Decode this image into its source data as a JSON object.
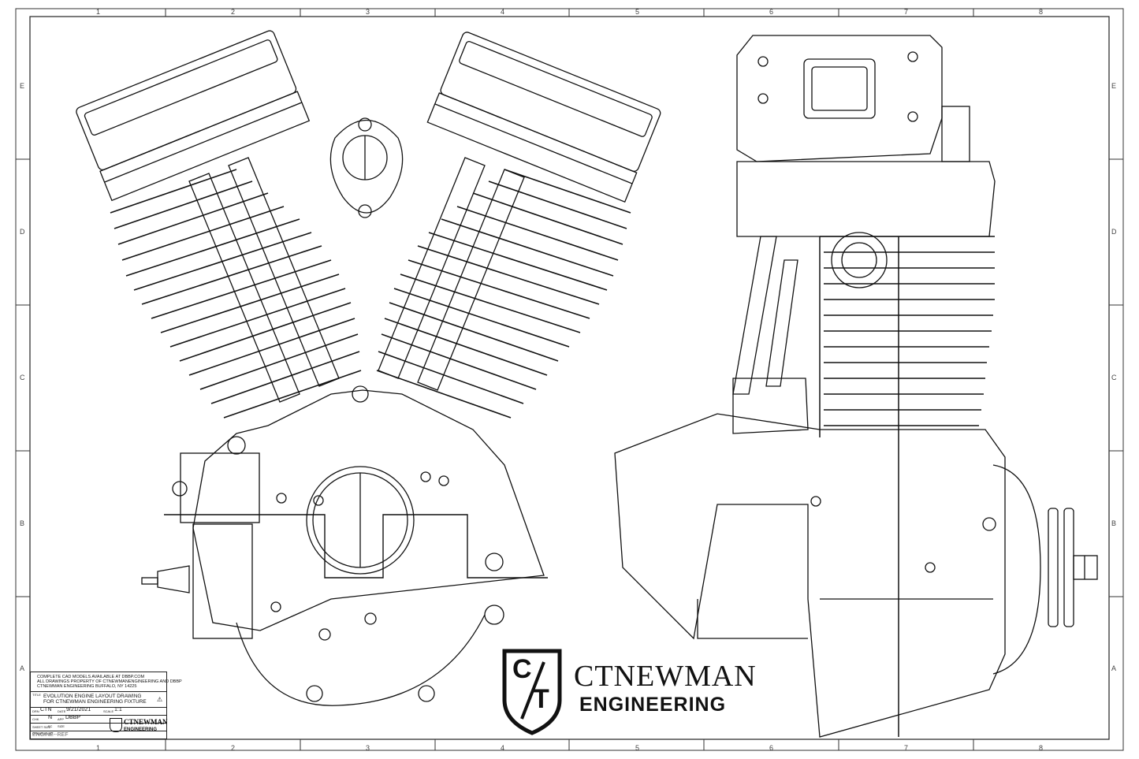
{
  "sheet": {
    "zones_x": [
      "1",
      "2",
      "3",
      "4",
      "5",
      "6",
      "7",
      "8"
    ],
    "zones_y": [
      "E",
      "D",
      "C",
      "B",
      "A"
    ]
  },
  "title_block": {
    "notice_lines": [
      "COMPLETE CAD MODELS AVAILABLE AT DBBP.COM",
      "ALL DRAWINGS PROPERTY OF CTNEWMANENGINEERING AND DBBP",
      "CTNEWMAN ENGINEERING BUFFALO, NY 14225"
    ],
    "title_label": "TITLE",
    "title_line1": "EVOLUTION ENGINE LAYOUT DRAWING",
    "title_line2": "FOR CTNEWMAN ENGINEERING FIXTURE",
    "drawn_label": "DRN",
    "drawn_by": "CTN",
    "date_label": "DATE",
    "date": "9/21/2021",
    "scale_label": "SCALE",
    "scale": "1:1",
    "checker_label": "CHK",
    "checker": "N",
    "approval_label": "APP",
    "approval": "DBBP",
    "small_mark_1": "FC",
    "small_mark_2": "SIZE",
    "sheet_label": "SHEET SIZE",
    "drawing_no_label": "DRAWING NO.",
    "drawing_no": "ENGINE--REF",
    "brand_name": "CTNEWMAN",
    "brand_sub": "ENGINEERING"
  },
  "logo": {
    "monogram_top": "C",
    "monogram_bottom": "T",
    "brand_name": "CTNEWMAN",
    "brand_sub": "ENGINEERING"
  }
}
